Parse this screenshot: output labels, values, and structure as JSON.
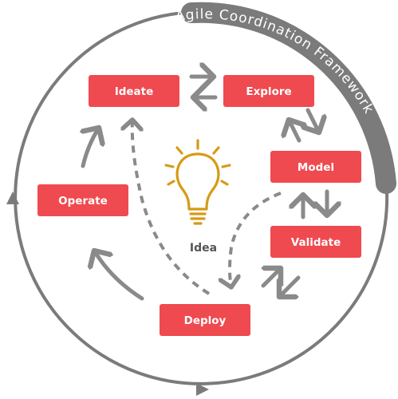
{
  "title": "Agile Coordination Framework",
  "center": {
    "label": "Idea",
    "icon": "lightbulb-icon"
  },
  "nodes": [
    {
      "id": "ideate",
      "label": "Ideate"
    },
    {
      "id": "explore",
      "label": "Explore"
    },
    {
      "id": "model",
      "label": "Model"
    },
    {
      "id": "validate",
      "label": "Validate"
    },
    {
      "id": "deploy",
      "label": "Deploy"
    },
    {
      "id": "operate",
      "label": "Operate"
    }
  ],
  "colors": {
    "node": "#ef4a4f",
    "arrow": "#8a8a8a",
    "ring": "#7b7b7b",
    "bulb": "#d69a16"
  }
}
